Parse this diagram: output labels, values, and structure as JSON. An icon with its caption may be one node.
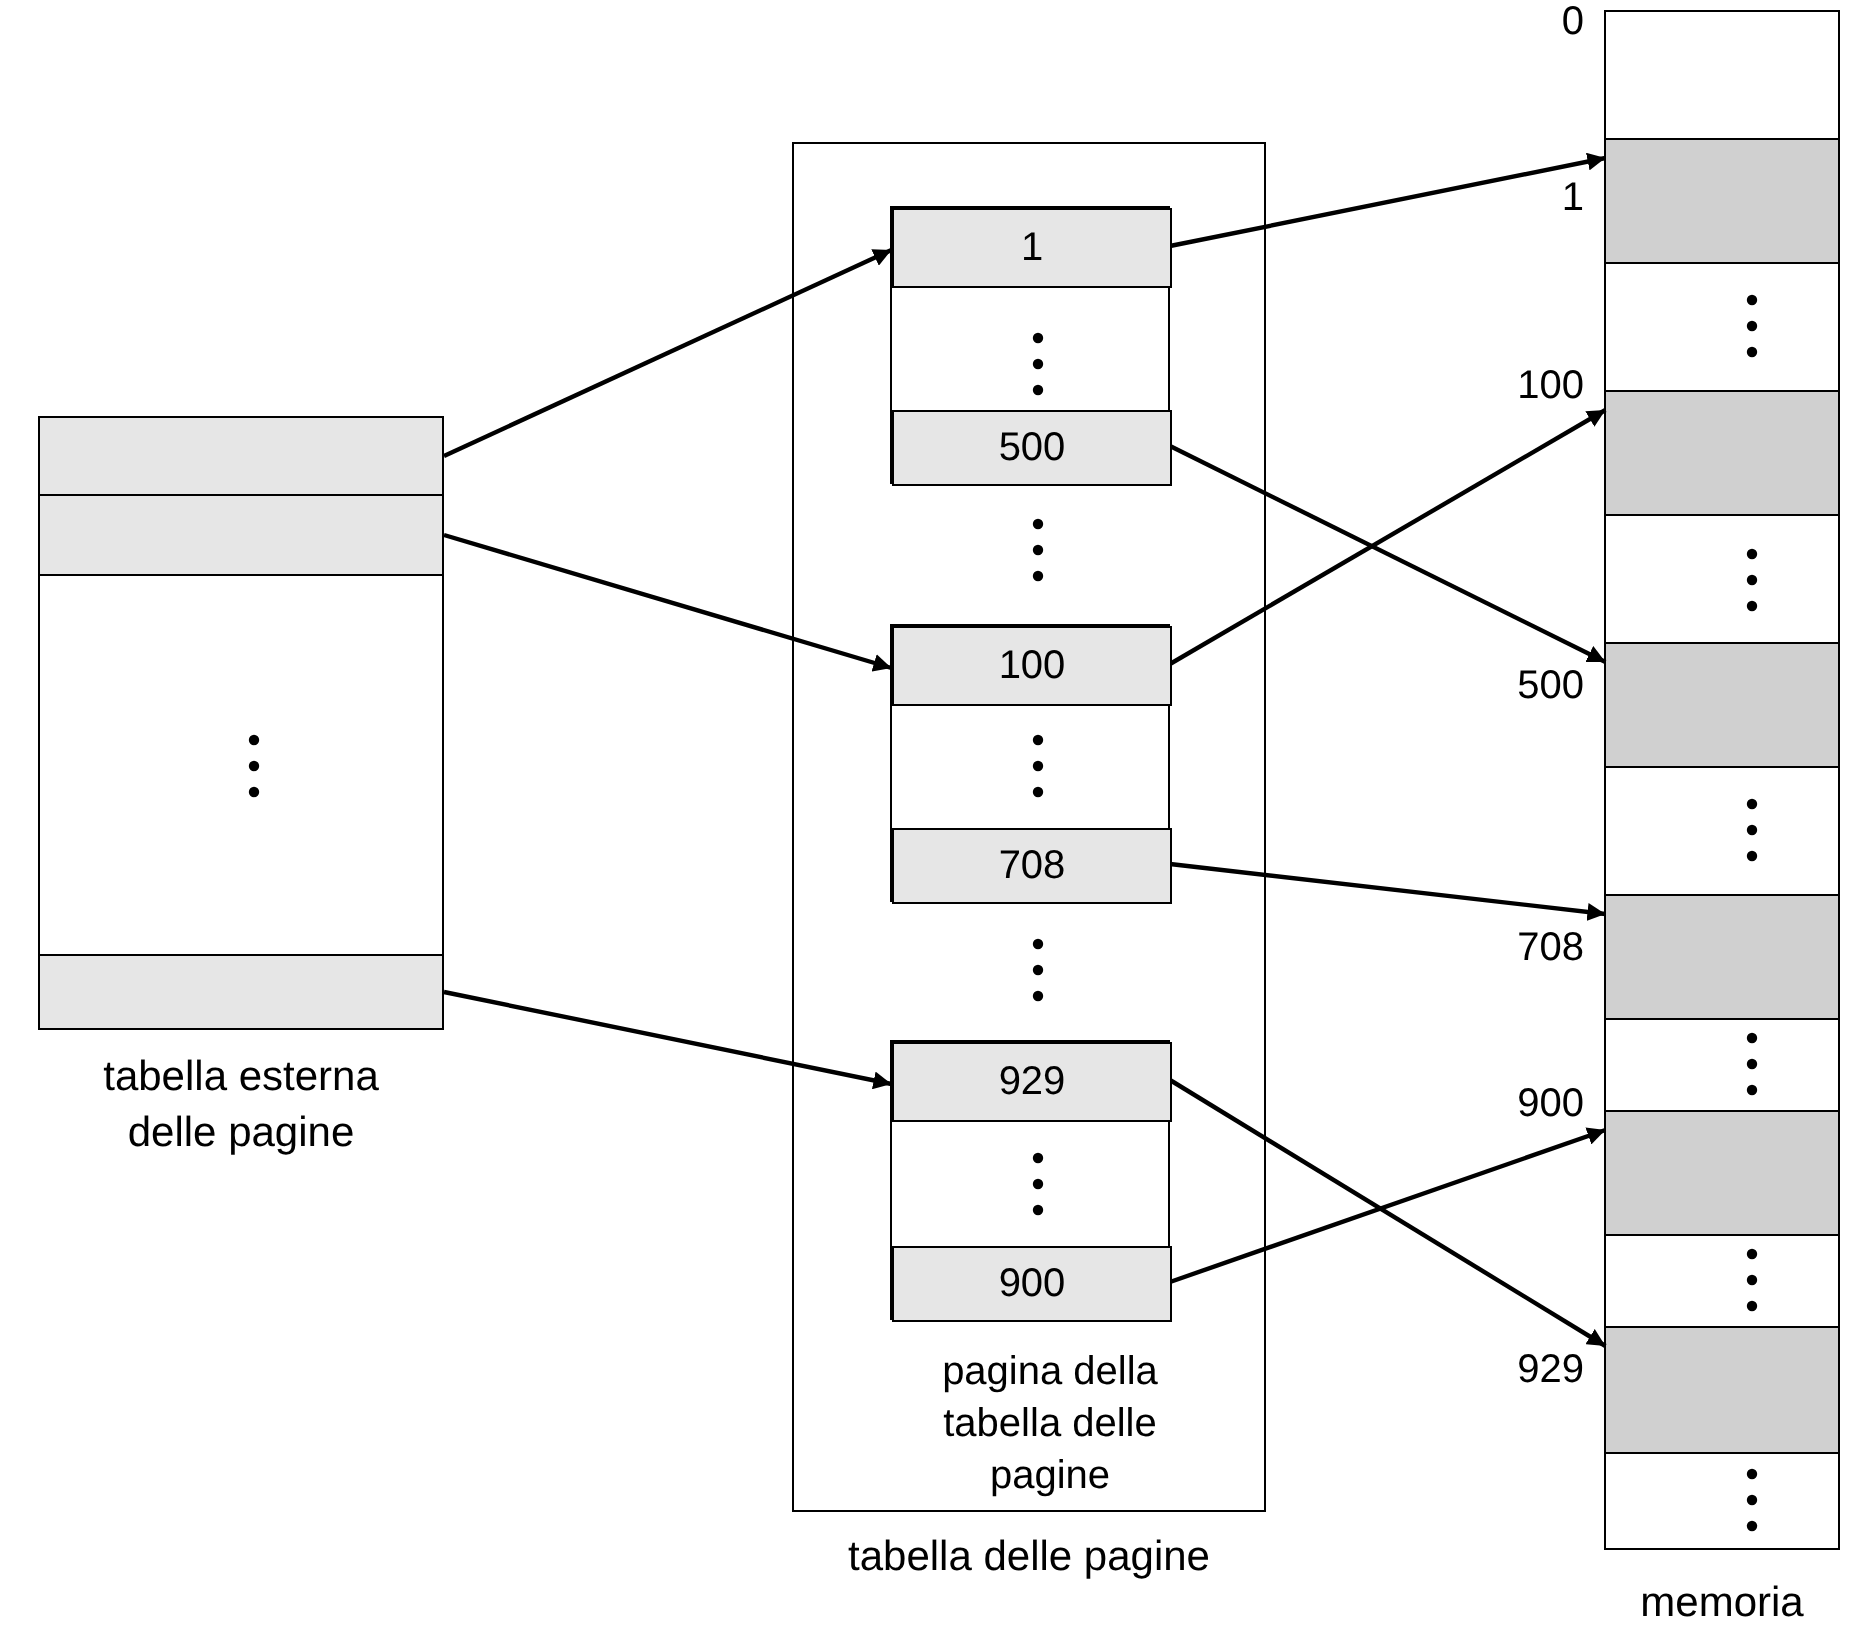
{
  "diagram": {
    "nodes": [
      {
        "text": [
          "tabella esterna delle pagine"
        ]
      },
      {
        "text": [],
        "shape": "box",
        "in": 0
      },
      {
        "text": [],
        "shape": "box",
        "in": 0
      },
      {
        "text": [],
        "shape": "box",
        "in": 0
      },
      {
        "text": [
          "tabella delle pagine"
        ]
      },
      {
        "text": [],
        "shape": "box",
        "in": 4
      },
      {
        "text": [
          "1"
        ],
        "in": 5
      },
      {
        "text": [
          "500"
        ],
        "in": 5
      },
      {
        "text": [],
        "shape": "box",
        "in": 4
      },
      {
        "text": [
          "100"
        ],
        "in": 8
      },
      {
        "text": [
          "708"
        ],
        "in": 8
      },
      {
        "text": [],
        "shape": "box",
        "in": 4,
        "beside": [
          "pagina della tabella delle pagine"
        ]
      },
      {
        "text": [
          "929"
        ],
        "in": 11
      },
      {
        "text": [
          "900"
        ],
        "in": 11
      },
      {
        "text": [
          "memoria"
        ],
        "beside": [
          "0"
        ]
      },
      {
        "text": [],
        "shape": "box",
        "in": 14,
        "beside": [
          "1"
        ]
      },
      {
        "text": [],
        "shape": "box",
        "in": 14,
        "beside": [
          "100"
        ]
      },
      {
        "text": [],
        "shape": "box",
        "in": 14,
        "beside": [
          "500"
        ]
      },
      {
        "text": [],
        "shape": "box",
        "in": 14,
        "beside": [
          "708"
        ]
      },
      {
        "text": [],
        "shape": "box",
        "in": 14,
        "beside": [
          "900"
        ]
      },
      {
        "text": [],
        "shape": "box",
        "in": 14,
        "beside": [
          "929"
        ]
      }
    ],
    "edges": [
      {
        "from": 1,
        "to": 5,
        "arrow": "to"
      },
      {
        "from": 2,
        "to": 8,
        "arrow": "to"
      },
      {
        "from": 3,
        "to": 11,
        "arrow": "to"
      },
      {
        "from": 6,
        "to": 15,
        "arrow": "to"
      },
      {
        "from": 7,
        "to": 17,
        "arrow": "to"
      },
      {
        "from": 9,
        "to": 16,
        "arrow": "to"
      },
      {
        "from": 10,
        "to": 18,
        "arrow": "to"
      },
      {
        "from": 12,
        "to": 20,
        "arrow": "to"
      },
      {
        "from": 13,
        "to": 19,
        "arrow": "to"
      }
    ]
  }
}
